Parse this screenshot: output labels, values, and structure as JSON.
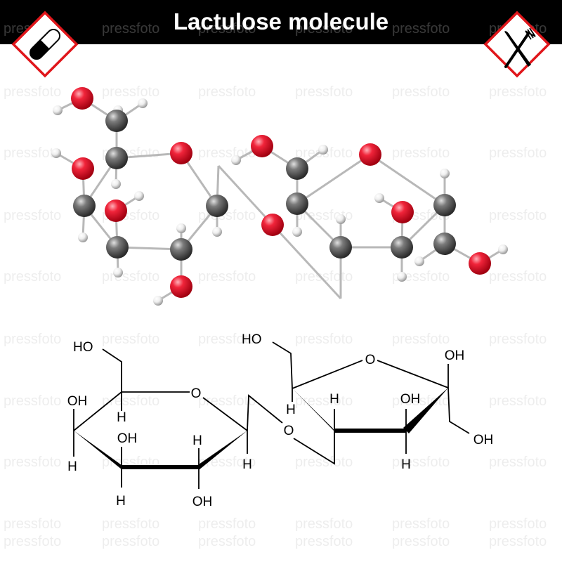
{
  "title": "Lactulose molecule",
  "watermark": "pressfoto",
  "icons": {
    "left": "pill-capsule-icon",
    "right": "fork-knife-icon"
  },
  "colors": {
    "oxygen": "#e8122a",
    "carbon": "#6e6e6e",
    "hydrogen": "#eeeeee",
    "hazard_border": "#e0161b",
    "header": "#000000"
  },
  "structural_formula": {
    "glucose": {
      "ho_c6": "HO",
      "oh_c4": "OH",
      "h_c5": "H",
      "h_c4": "H",
      "oh_c3": "OH",
      "h_c3": "H",
      "h_c2": "H",
      "oh_c2": "OH",
      "h_c1": "H",
      "ring_o": "O"
    },
    "glycosidic_o": "O",
    "fructose": {
      "ho_c6": "HO",
      "ring_o": "O",
      "oh_c2": "OH",
      "oh_c1": "OH",
      "h_c5": "H",
      "h_c4": "H",
      "oh_c3": "OH",
      "h_c3": "H"
    }
  }
}
